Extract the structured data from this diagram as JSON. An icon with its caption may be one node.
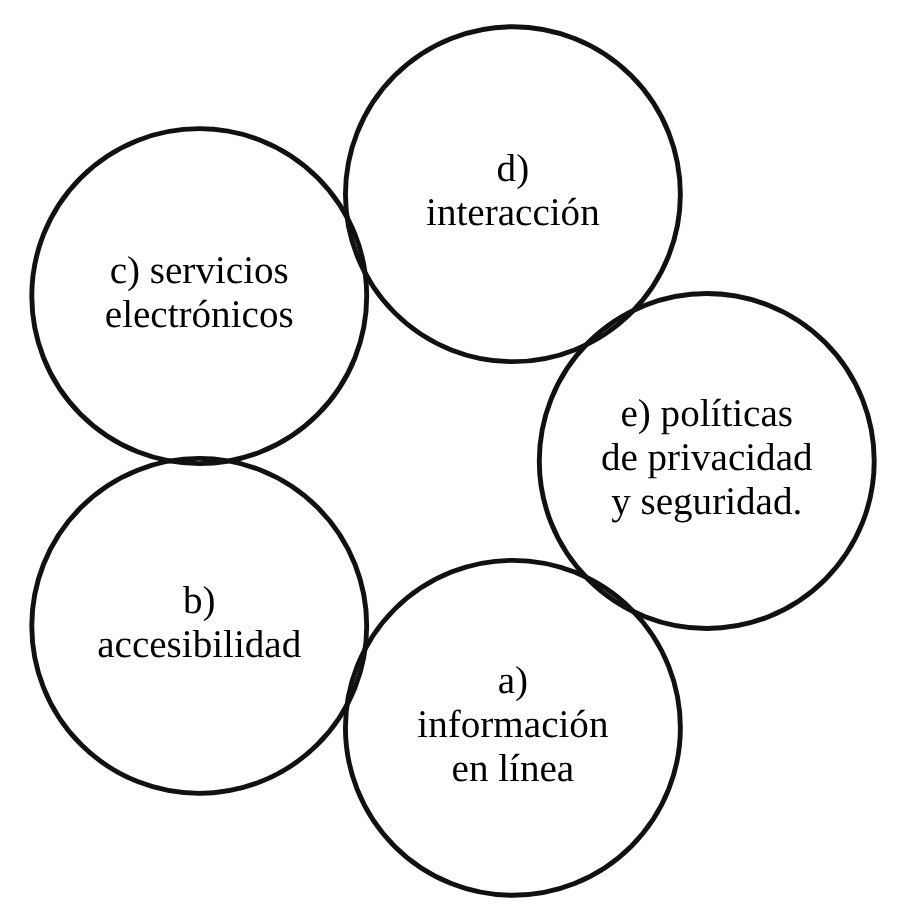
{
  "diagram": {
    "nodes": [
      {
        "text": [
          "a) información en línea"
        ]
      },
      {
        "text": [
          "b) accesibilidad"
        ]
      },
      {
        "text": [
          "c) servicios electrónicos"
        ]
      },
      {
        "text": [
          "d) interacción"
        ]
      },
      {
        "text": [
          "e) políticas de privacidad y seguridad."
        ]
      }
    ]
  }
}
